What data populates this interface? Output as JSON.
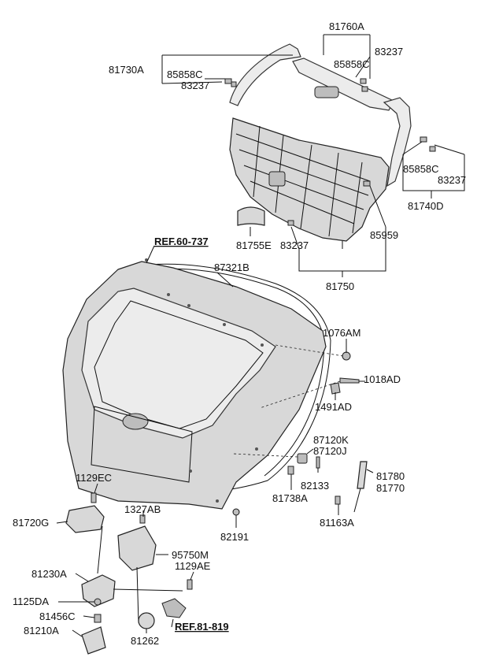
{
  "labels": {
    "p81760A": "81760A",
    "p83237_a": "83237",
    "p85858C_a": "85858C",
    "p81730A": "81730A",
    "p85858C_b": "85858C",
    "p83237_b": "83237",
    "p85858C_c": "85858C",
    "p83237_c": "83237",
    "p81740D": "81740D",
    "p81755E": "81755E",
    "p83237_d": "83237",
    "p85959": "85959",
    "p81750": "81750",
    "p87321B": "87321B",
    "p1076AM": "1076AM",
    "p1018AD": "1018AD",
    "p1491AD": "1491AD",
    "p87120K": "87120K",
    "p87120J": "87120J",
    "p82133": "82133",
    "p81738A": "81738A",
    "p81780": "81780",
    "p81770": "81770",
    "p81163A": "81163A",
    "p1129EC": "1129EC",
    "p81720G": "81720G",
    "p1327AB": "1327AB",
    "p82191": "82191",
    "p95750M": "95750M",
    "p81230A": "81230A",
    "p1129AE": "1129AE",
    "p1125DA": "1125DA",
    "p81456C": "81456C",
    "p81210A": "81210A",
    "p81262": "81262"
  },
  "references": {
    "ref_60_737": "REF.60-737",
    "ref_81_819": "REF.81-819"
  }
}
